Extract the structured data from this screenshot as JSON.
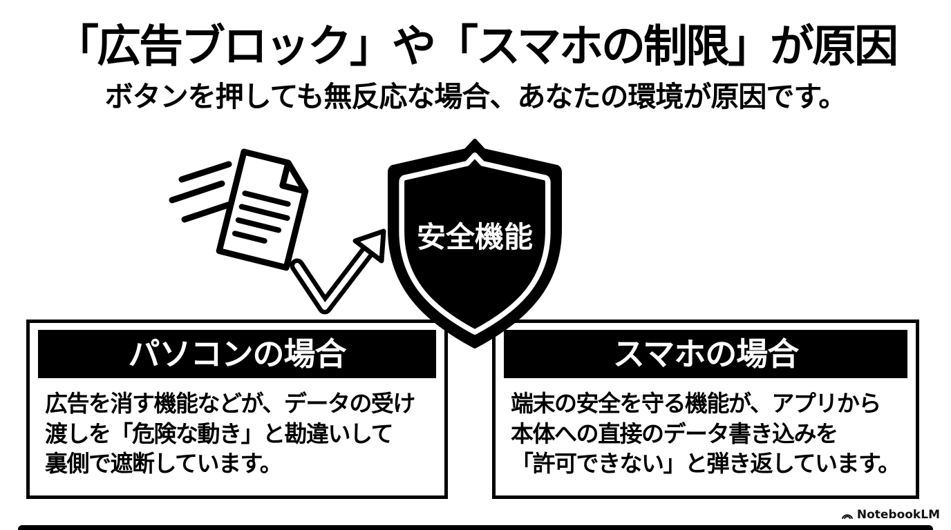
{
  "header": {
    "title": "「広告ブロック」や「スマホの制限」が原因",
    "subtitle": "ボタンを押しても無反応な場合、あなたの環境が原因です。"
  },
  "illustration": {
    "shield_label": "安全機能",
    "icons": {
      "speed_lines": "speed-lines-icon",
      "document": "document-icon",
      "bounce_arrow": "bounce-arrow-icon",
      "shield": "shield-icon"
    }
  },
  "cards": [
    {
      "title": "パソコンの場合",
      "lines": [
        "広告を消す機能などが、データの受け",
        "渡しを「危険な動き」と勘違いして",
        "裏側で遮断しています。"
      ]
    },
    {
      "title": "スマホの場合",
      "lines": [
        "端末の安全を守る機能が、アプリから",
        "本体への直接のデータ書き込みを",
        "「許可できない」と弾き返しています。"
      ]
    }
  ],
  "footer": {
    "watermark": "NotebookLM"
  },
  "colors": {
    "ink": "#000000",
    "background": "#ffffff"
  }
}
